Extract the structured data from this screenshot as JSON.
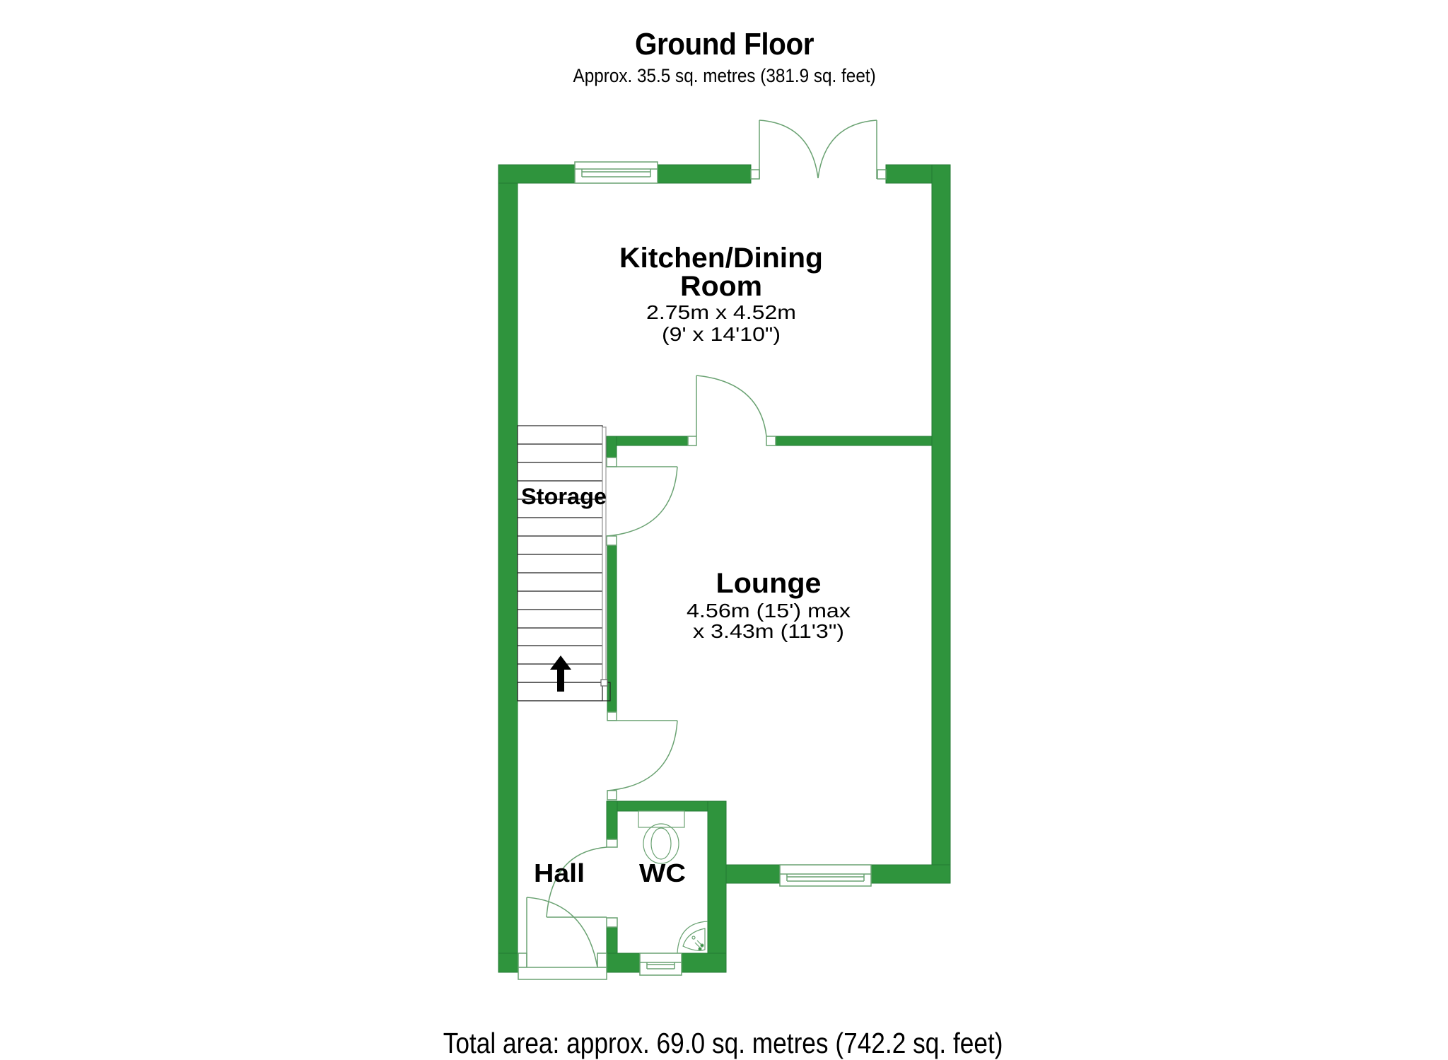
{
  "header": {
    "title": "Ground Floor",
    "subtitle": "Approx. 35.5 sq. metres (381.9 sq. feet)"
  },
  "rooms": {
    "kitchen": {
      "name_line1": "Kitchen/Dining",
      "name_line2": "Room",
      "dim_metric": "2.75m x 4.52m",
      "dim_imperial": "(9' x 14'10\")"
    },
    "lounge": {
      "name": "Lounge",
      "dim_line1": "4.56m (15') max",
      "dim_line2": "x 3.43m (11'3\")"
    },
    "storage": {
      "name": "Storage"
    },
    "hall": {
      "name": "Hall"
    },
    "wc": {
      "name": "WC"
    }
  },
  "footer": {
    "total_area": "Total area: approx. 69.0 sq. metres (742.2 sq. feet)"
  },
  "colors": {
    "wall_fill": "#2f943d",
    "wall_stroke": "#237a33",
    "fixture_line": "#6aa272",
    "stair_line": "#222222"
  }
}
